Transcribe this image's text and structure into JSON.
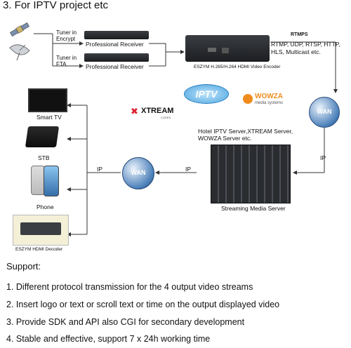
{
  "title": "3. For IPTV project etc",
  "tuners": [
    {
      "text": "Tuner in\nEncrypt",
      "receiver": "Professional Receiver"
    },
    {
      "text": "Tuner in\nFTA",
      "receiver": "Professional Receiver"
    }
  ],
  "encoder_label": "ESZYM H.265/H.264 HDMI Video Encoder",
  "protocols": {
    "head": "RTMPS",
    "line1": "RTMP, UDP, RTSP, HTTP,",
    "line2": "HLS, Multicast etc."
  },
  "logos": {
    "iptv": "IPTV",
    "wowza": "WOWZA",
    "wowza_sub": "media systems",
    "xtream": "XTREAM",
    "xtream_sub": "CODES"
  },
  "wan_label": "WAN",
  "ip_label": "IP",
  "server_text": "Hotel IPTV Server,XTREAM Server,\nWOWZA Server etc.",
  "server_caption": "Streaming Media Server",
  "devices": {
    "tv": "Smart TV",
    "stb": "STB",
    "phone": "Phone",
    "decoder": "ESZYM HDMI Decoder"
  },
  "support": {
    "title": "Support:",
    "items": [
      "1. Different protocol transmission for the 4 output video streams",
      "2. Insert logo or text or scroll text or time on the output displayed video",
      "3. Provide SDK and API also CGI for secondary development",
      "4. Stable and effective, support 7 x 24h working time"
    ]
  }
}
